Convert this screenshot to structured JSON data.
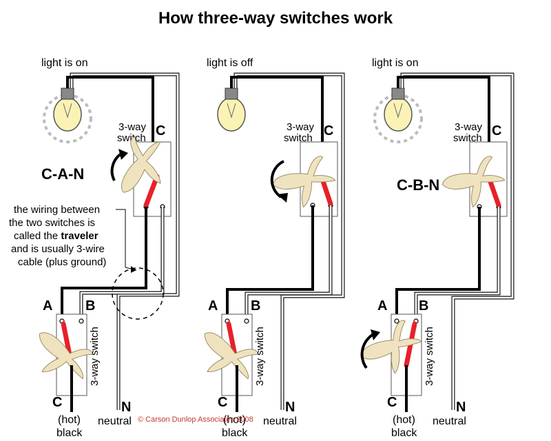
{
  "title": "How three-way switches work",
  "panels": [
    {
      "state": "light is on",
      "light_on": true,
      "upper_switch": {
        "label_top": "3-way",
        "label_bottom": "switch",
        "terminal": "C",
        "sequence": "C-A-N"
      },
      "lower_switch": {
        "terminal_a": "A",
        "terminal_b": "B",
        "vertical_label": "3-way switch"
      },
      "bottom_c": "C",
      "hot_top": "(hot)",
      "hot_bottom": "black",
      "neutral_n": "N",
      "neutral_label": "neutral"
    },
    {
      "state": "light is off",
      "light_on": false,
      "upper_switch": {
        "label_top": "3-way",
        "label_bottom": "switch",
        "terminal": "C",
        "sequence": ""
      },
      "lower_switch": {
        "terminal_a": "A",
        "terminal_b": "B",
        "vertical_label": "3-way switch"
      },
      "bottom_c": "C",
      "hot_top": "(hot)",
      "hot_bottom": "black",
      "neutral_n": "N",
      "neutral_label": "neutral"
    },
    {
      "state": "light is on",
      "light_on": true,
      "upper_switch": {
        "label_top": "3-way",
        "label_bottom": "switch",
        "terminal": "C",
        "sequence": "C-B-N"
      },
      "lower_switch": {
        "terminal_a": "A",
        "terminal_b": "B",
        "vertical_label": "3-way switch"
      },
      "bottom_c": "C",
      "hot_top": "(hot)",
      "hot_bottom": "black",
      "neutral_n": "N",
      "neutral_label": "neutral"
    }
  ],
  "traveler_note": {
    "line1": "the wiring between",
    "line2": "the two switches is",
    "line3_prefix": "called the ",
    "line3_bold": "traveler",
    "line4": "and is usually 3-wire",
    "line5": "cable (plus ground)"
  },
  "copyright": "© Carson Dunlop Associates 2008",
  "colors": {
    "wire_black": "#000000",
    "wire_white": "#ffffff",
    "toggle_red": "#e8202a",
    "hand": "#efe3bf",
    "bulb_glass": "#fbf3b5",
    "glow": "#bbbbbb"
  }
}
